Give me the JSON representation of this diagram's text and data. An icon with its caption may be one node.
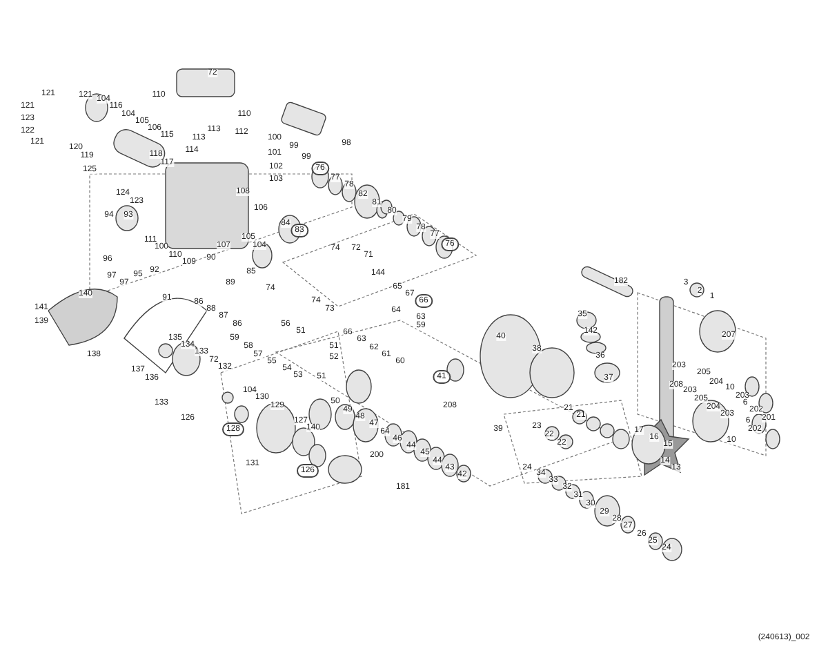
{
  "diagram": {
    "labels": [
      "72",
      "110",
      "110",
      "121",
      "121",
      "104",
      "121",
      "116",
      "104",
      "123",
      "105",
      "106",
      "122",
      "113",
      "112",
      "115",
      "113",
      "100",
      "121",
      "98",
      "120",
      "99",
      "114",
      "101",
      "118",
      "119",
      "99",
      "117",
      "102",
      "125",
      "76",
      "77",
      "103",
      "78",
      "108",
      "124",
      "82",
      "123",
      "81",
      "106",
      "80",
      "94",
      "93",
      "79",
      "84",
      "78",
      "83",
      "77",
      "105",
      "111",
      "107",
      "104",
      "76",
      "100",
      "74",
      "72",
      "110",
      "71",
      "90",
      "96",
      "109",
      "92",
      "85",
      "95",
      "144",
      "97",
      "97",
      "89",
      "182",
      "3",
      "65",
      "74",
      "2",
      "67",
      "140",
      "1",
      "91",
      "66",
      "74",
      "86",
      "141",
      "73",
      "88",
      "64",
      "35",
      "87",
      "63",
      "139",
      "86",
      "56",
      "59",
      "142",
      "51",
      "66",
      "207",
      "40",
      "59",
      "135",
      "63",
      "58",
      "134",
      "51",
      "62",
      "38",
      "36",
      "133",
      "138",
      "57",
      "61",
      "72",
      "203",
      "205",
      "132",
      "55",
      "208",
      "203",
      "204",
      "137",
      "60",
      "54",
      "10",
      "136",
      "53",
      "41",
      "51",
      "37",
      "203",
      "6",
      "52",
      "205",
      "202",
      "208",
      "204",
      "201",
      "21",
      "203",
      "50",
      "104",
      "130",
      "22",
      "49",
      "21",
      "6",
      "202",
      "48",
      "133",
      "129",
      "23",
      "10",
      "127",
      "47",
      "64",
      "140",
      "46",
      "17",
      "44",
      "16",
      "22",
      "128",
      "45",
      "39",
      "15",
      "131",
      "200",
      "44",
      "14",
      "24",
      "43",
      "34",
      "13",
      "126",
      "126",
      "42",
      "33",
      "32",
      "181",
      "31",
      "30",
      "29",
      "28",
      "27",
      "26",
      "25",
      "24",
      "(240613)_002"
    ]
  }
}
